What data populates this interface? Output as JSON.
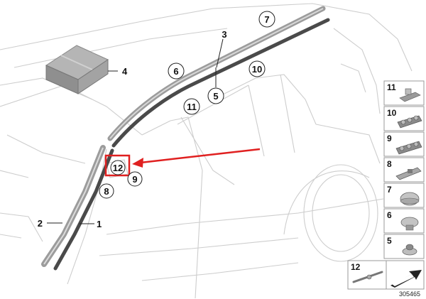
{
  "callouts": {
    "c1": "1",
    "c2": "2",
    "c3": "3",
    "c4": "4",
    "c5": "5",
    "c6": "6",
    "c7": "7",
    "c8": "8",
    "c9": "9",
    "c10": "10",
    "c11": "11",
    "c12": "12"
  },
  "legend": {
    "items": [
      {
        "label": "11",
        "icon": "bracket-clip-icon"
      },
      {
        "label": "10",
        "icon": "multi-clip-strip-icon"
      },
      {
        "label": "9",
        "icon": "multi-clip-strip-icon"
      },
      {
        "label": "8",
        "icon": "trim-clip-icon"
      },
      {
        "label": "7",
        "icon": "dome-cap-icon"
      },
      {
        "label": "6",
        "icon": "expanding-rivet-icon"
      },
      {
        "label": "5",
        "icon": "grommet-icon"
      }
    ],
    "bottom_item": {
      "label": "12",
      "icon": "fastener-pin-icon"
    }
  },
  "figure_number": "305465",
  "colors": {
    "line_art": "#c8c8c8",
    "strip_dark": "#4a4a4a",
    "strip_light": "#9c9c9c",
    "highlight": "#e02020",
    "legend_border": "#9a9a9a"
  }
}
